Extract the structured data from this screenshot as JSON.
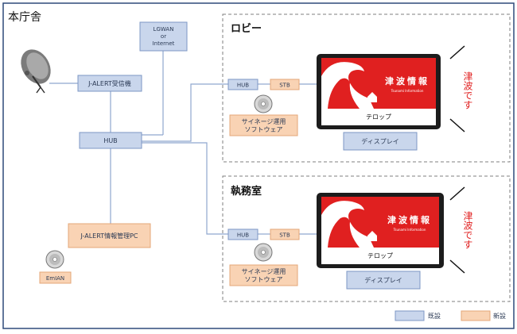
{
  "building": "本庁舎",
  "rooms": [
    {
      "name": "ロビー",
      "hub": "HUB",
      "stb": "STB",
      "software": [
        "サイネージ運用",
        "ソフトウェア"
      ],
      "display_label": "ディスプレイ",
      "screen_title": "津波情報",
      "screen_subtitle": "Tsunami Information",
      "ticker": "テロップ",
      "alert_text": "津波です"
    },
    {
      "name": "執務室",
      "hub": "HUB",
      "stb": "STB",
      "software": [
        "サイネージ運用",
        "ソフトウェア"
      ],
      "display_label": "ディスプレイ",
      "screen_title": "津波情報",
      "screen_subtitle": "Tsunami Information",
      "ticker": "テロップ",
      "alert_text": "津波です"
    }
  ],
  "network": [
    "LGWAN",
    "or",
    "Internet"
  ],
  "receiver": "J-ALERT受信機",
  "main_hub": "HUB",
  "pc": "J-ALERT情報管理PC",
  "emlan": "EmIAN",
  "legend": {
    "existing": "既設",
    "new": "新設"
  },
  "colors": {
    "existing": "#c9d6ec",
    "new": "#f9d3b4",
    "alert_red": "#e02020",
    "frame": "#2e4a7a"
  }
}
